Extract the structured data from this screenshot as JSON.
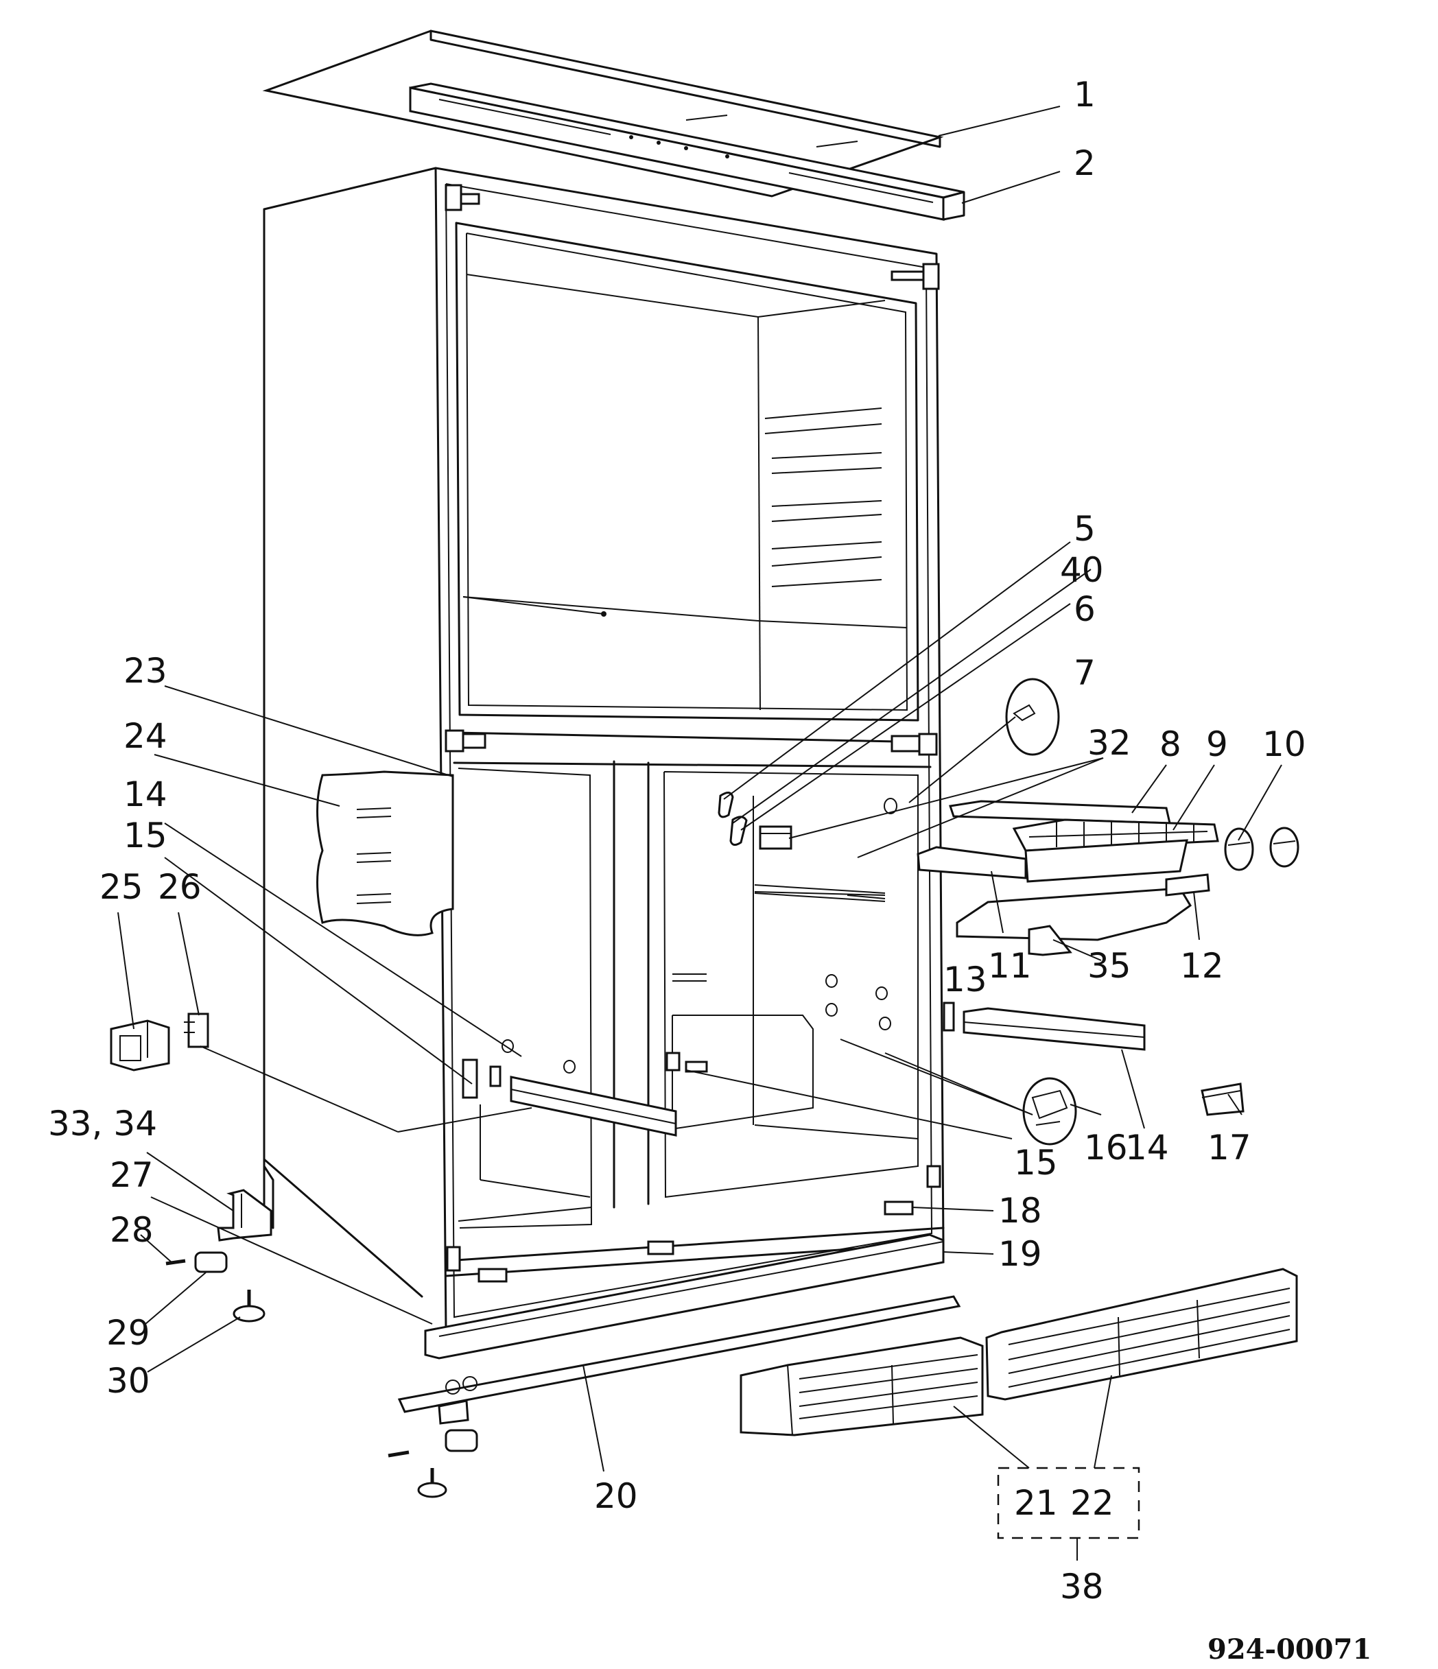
{
  "diagram": {
    "drawing_code": "924-00071",
    "callouts": [
      "1",
      "2",
      "5",
      "40",
      "6",
      "7",
      "32",
      "8",
      "9",
      "10",
      "23",
      "24",
      "14",
      "15",
      "25",
      "26",
      "33, 34",
      "27",
      "28",
      "29",
      "30",
      "11",
      "35",
      "12",
      "13",
      "14",
      "17",
      "15",
      "16",
      "18",
      "19",
      "20",
      "21",
      "22",
      "38"
    ],
    "group_box": {
      "members": [
        "21",
        "22"
      ],
      "label": "38"
    },
    "colors": {
      "line": "#111111",
      "background": "#ffffff"
    }
  }
}
